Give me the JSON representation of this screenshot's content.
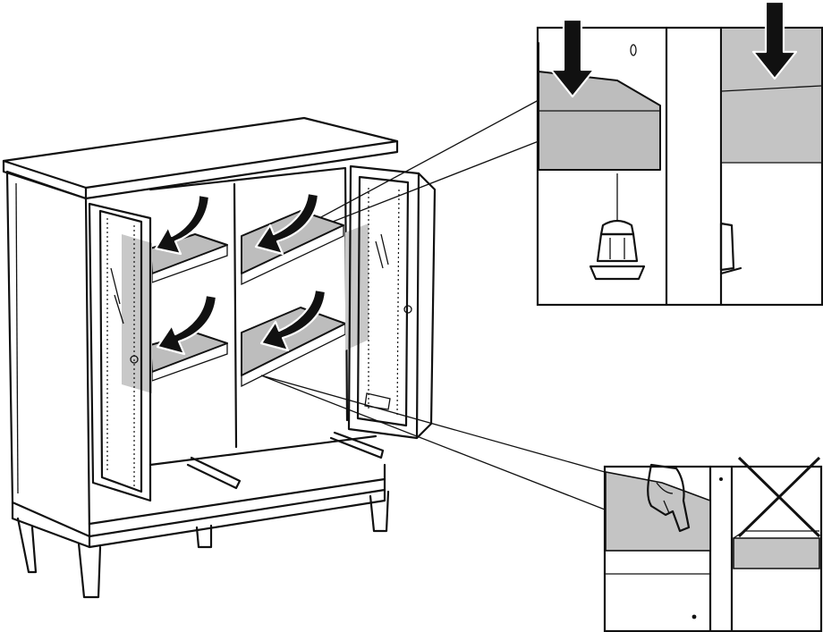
{
  "illustration": {
    "subject": "cabinet-shelf-insertion",
    "colors": {
      "line": "#111111",
      "shelf_fill": "#bdbdbd",
      "background": "#ffffff"
    },
    "steps": [
      {
        "icon": "arrow-down-icon",
        "count": 4,
        "target": "shelves"
      },
      {
        "icon": "shelf-pin-icon"
      },
      {
        "icon": "hand-press-icon"
      },
      {
        "icon": "cross-icon"
      }
    ]
  }
}
